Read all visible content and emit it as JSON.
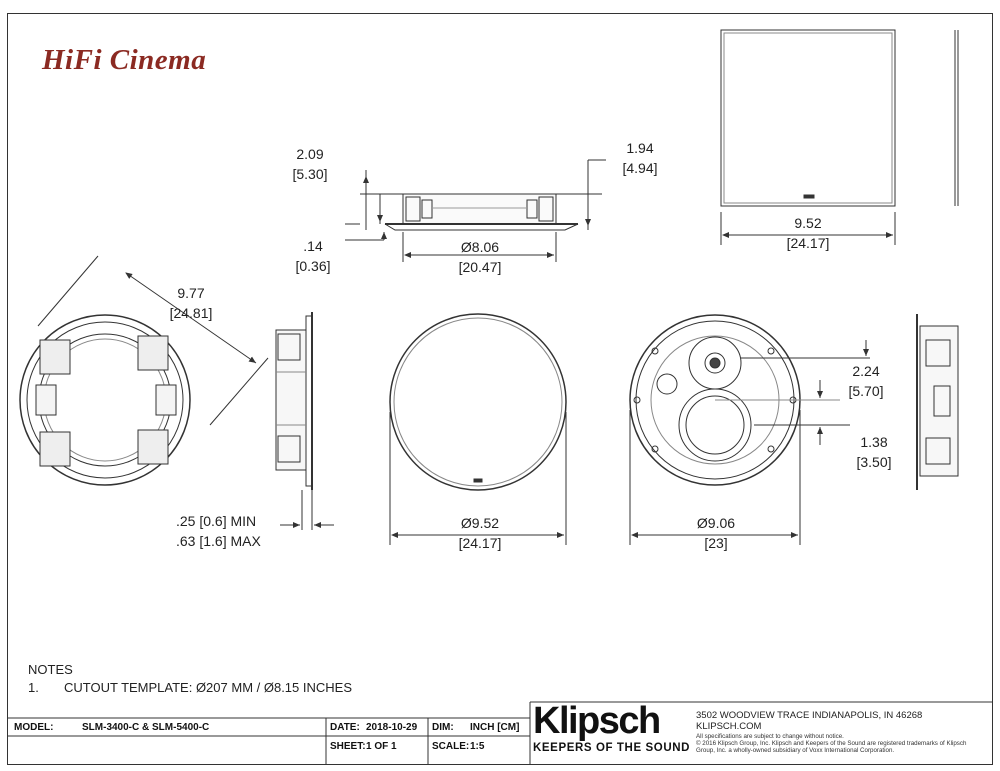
{
  "brand": "HiFi Cinema",
  "dimensions": {
    "depth_total": "2.09",
    "depth_total_mm": "[5.30]",
    "depth_front": "1.94",
    "depth_front_mm": "[4.94]",
    "flange": ".14",
    "flange_mm": "[0.36]",
    "body_dia": "Ø8.06",
    "body_dia_mm": "[20.47]",
    "square_width": "9.52",
    "square_width_mm": "[24.17]",
    "overall": "9.77",
    "overall_mm": "[24.81]",
    "wall_min": ".25 [0.6] MIN",
    "wall_max": ".63 [1.6] MAX",
    "grille_dia": "Ø9.52",
    "grille_dia_mm": "[24.17]",
    "baffle_dia": "Ø9.06",
    "baffle_dia_mm": "[23]",
    "tweeter_offset": "2.24",
    "tweeter_offset_mm": "[5.70]",
    "woofer_offset": "1.38",
    "woofer_offset_mm": "[3.50]"
  },
  "notes": {
    "title": "NOTES",
    "items": [
      {
        "num": "1.",
        "text": "CUTOUT TEMPLATE: Ø207 MM / Ø8.15 INCHES"
      }
    ]
  },
  "title_block": {
    "model_label": "MODEL:",
    "model_value": "SLM-3400-C & SLM-5400-C",
    "date_label": "DATE:",
    "date_value": "2018-10-29",
    "dim_label": "DIM:",
    "dim_value": "INCH [CM]",
    "sheet_label": "SHEET:",
    "sheet_value": "1 OF 1",
    "scale_label": "SCALE:",
    "scale_value": "1:5"
  },
  "logo": {
    "word": "Klipsch",
    "tagline": "KEEPERS OF THE SOUND"
  },
  "company": {
    "address": "3502 WOODVIEW TRACE INDIANAPOLIS, IN 46268",
    "web": "KLIPSCH.COM",
    "disclaimer_1": "All specifications are subject to change without notice.",
    "disclaimer_2": "© 2016 Klipsch Group, Inc. Klipsch and Keepers of the Sound are registered trademarks of Klipsch Group, Inc. a wholly-owned subsidiary of Voxx International Corporation."
  }
}
